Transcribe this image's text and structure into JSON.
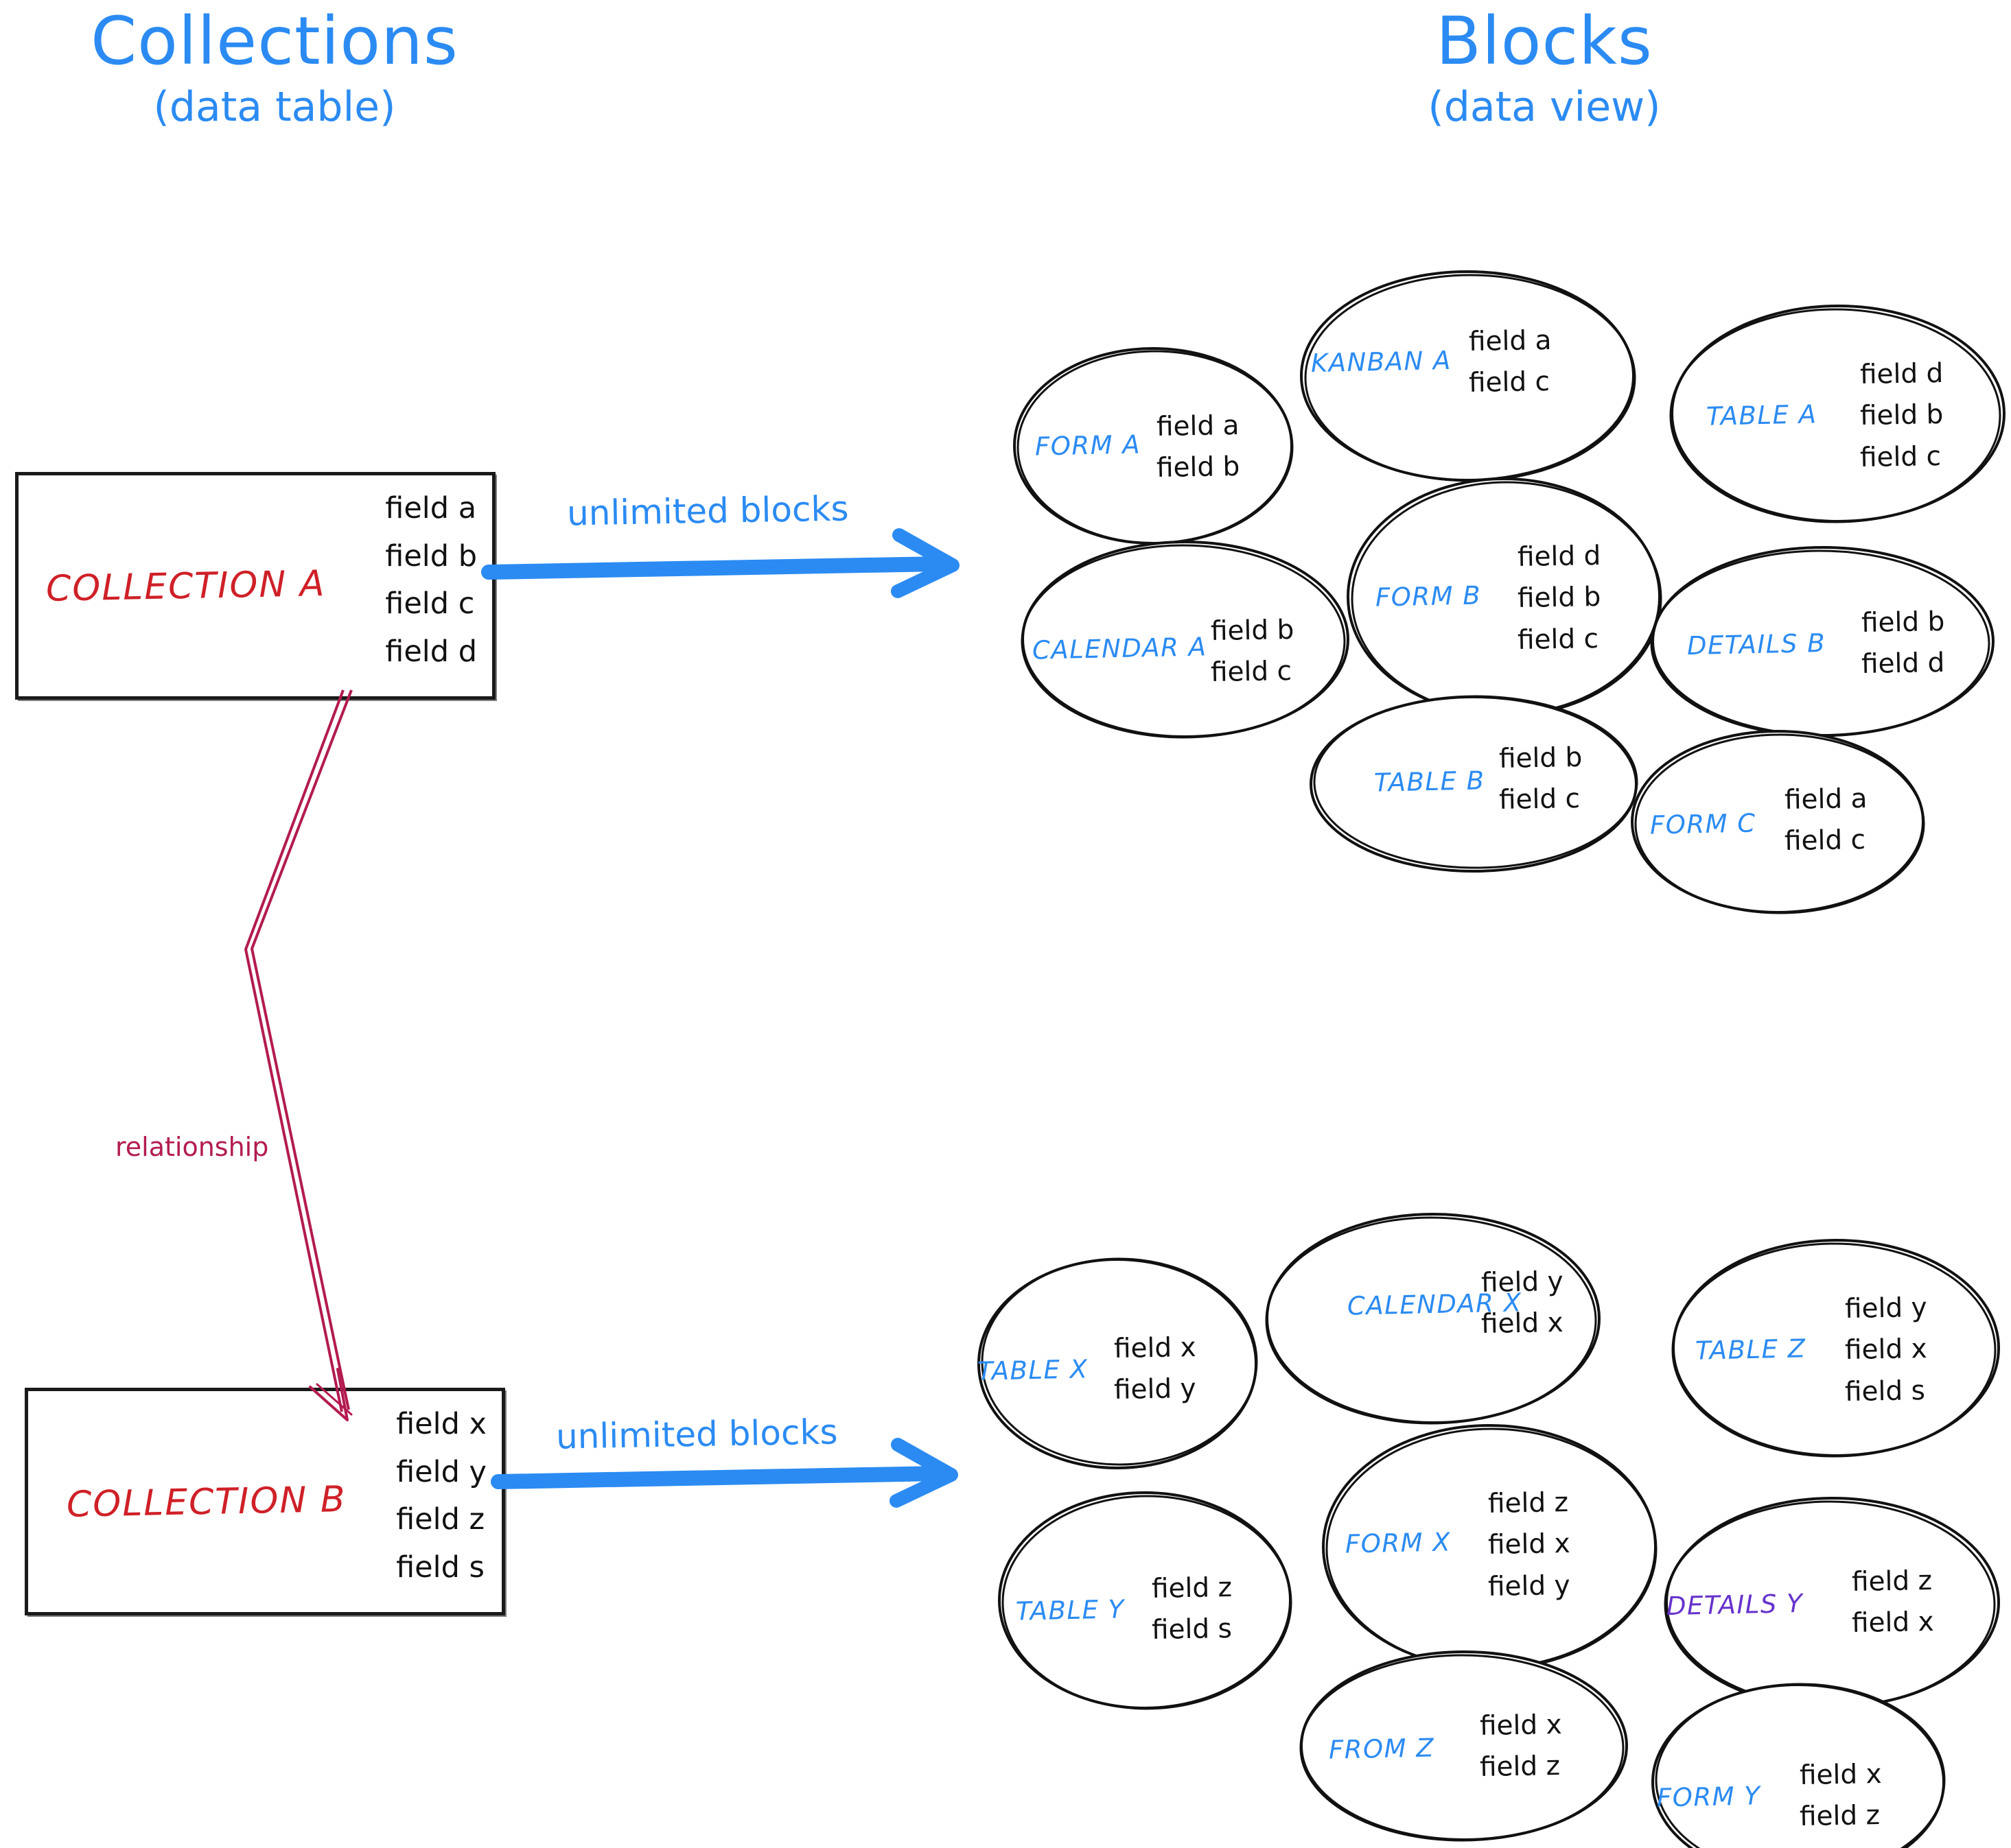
{
  "headers": {
    "left": {
      "title": "Collections",
      "subtitle": "(data table)"
    },
    "right": {
      "title": "Blocks",
      "subtitle": "(data view)"
    }
  },
  "colors": {
    "accent_blue": "#2b8bf2",
    "collection_red": "#cf2027",
    "relationship_crimson": "#b31b50",
    "details_purple": "#6633cc",
    "ink_black": "#111111"
  },
  "collections": [
    {
      "name": "COLLECTION A",
      "fields": [
        "field a",
        "field b",
        "field c",
        "field d"
      ],
      "arrow_label": "unlimited blocks"
    },
    {
      "name": "COLLECTION B",
      "fields": [
        "field x",
        "field y",
        "field z",
        "field s"
      ],
      "arrow_label": "unlimited blocks"
    }
  ],
  "relationship": {
    "label": "relationship"
  },
  "block_groups": [
    {
      "source": "COLLECTION A",
      "blocks": [
        {
          "label": "FORM A",
          "fields": [
            "field a",
            "field b"
          ]
        },
        {
          "label": "KANBAN A",
          "fields": [
            "field a",
            "field c"
          ]
        },
        {
          "label": "TABLE A",
          "fields": [
            "field d",
            "field b",
            "field c"
          ]
        },
        {
          "label": "CALENDAR A",
          "fields": [
            "field b",
            "field c"
          ]
        },
        {
          "label": "FORM B",
          "fields": [
            "field d",
            "field b",
            "field c"
          ]
        },
        {
          "label": "DETAILS B",
          "fields": [
            "field b",
            "field d"
          ]
        },
        {
          "label": "TABLE B",
          "fields": [
            "field b",
            "field c"
          ]
        },
        {
          "label": "FORM C",
          "fields": [
            "field a",
            "field c"
          ]
        }
      ]
    },
    {
      "source": "COLLECTION B",
      "blocks": [
        {
          "label": "TABLE X",
          "fields": [
            "field x",
            "field y"
          ]
        },
        {
          "label": "CALENDAR X",
          "fields": [
            "field y",
            "field x"
          ]
        },
        {
          "label": "TABLE Z",
          "fields": [
            "field y",
            "field x",
            "field s"
          ]
        },
        {
          "label": "TABLE Y",
          "fields": [
            "field z",
            "field s"
          ]
        },
        {
          "label": "FORM X",
          "fields": [
            "field z",
            "field x",
            "field y"
          ]
        },
        {
          "label": "DETAILS Y",
          "fields": [
            "field z",
            "field x"
          ],
          "color": "purple"
        },
        {
          "label": "FROM Z",
          "fields": [
            "field x",
            "field z"
          ]
        },
        {
          "label": "FORM Y",
          "fields": [
            "field x",
            "field z"
          ]
        }
      ]
    }
  ]
}
